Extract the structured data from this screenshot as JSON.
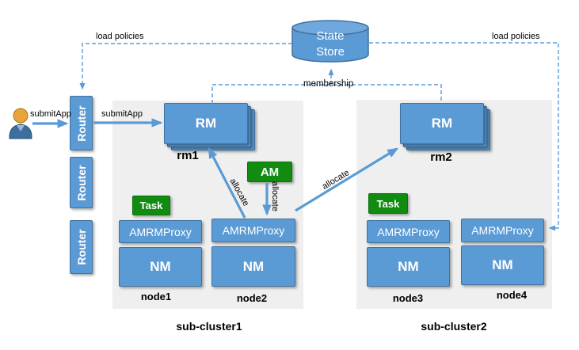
{
  "labels": {
    "load_policies_left": "load policies",
    "load_policies_right": "load policies",
    "membership": "membership",
    "submit_app_user": "submitApp",
    "submit_app_router": "submitApp",
    "allocate_to_rm1": "allocate",
    "allocate_am": "allocate",
    "allocate_to_rm2": "allocate"
  },
  "state_store": {
    "line1": "State",
    "line2": "Store"
  },
  "routers": [
    "Router",
    "Router",
    "Router"
  ],
  "clusters": [
    {
      "name": "sub-cluster1",
      "rm": {
        "text": "RM",
        "label": "rm1"
      },
      "nodes": [
        {
          "name": "node1",
          "task": "Task",
          "proxy": "AMRMProxy",
          "nm": "NM"
        },
        {
          "name": "node2",
          "am": "AM",
          "proxy": "AMRMProxy",
          "nm": "NM"
        }
      ]
    },
    {
      "name": "sub-cluster2",
      "rm": {
        "text": "RM",
        "label": "rm2"
      },
      "nodes": [
        {
          "name": "node3",
          "task": "Task",
          "proxy": "AMRMProxy",
          "nm": "NM"
        },
        {
          "name": "node4",
          "proxy": "AMRMProxy",
          "nm": "NM"
        }
      ]
    }
  ],
  "colors": {
    "box_blue": "#5B9BD5",
    "box_border": "#41719C",
    "green": "#118C11",
    "green_border": "#0C720C",
    "panel_gray": "#EFEFEF",
    "connector_blue": "#5B9BD5",
    "text_dark": "#000000",
    "box_text": "#FFFFFF"
  }
}
